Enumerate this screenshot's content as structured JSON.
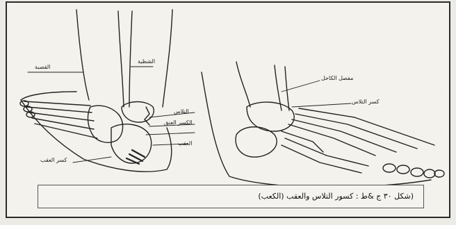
{
  "background_text": [
    "... ... ... ... ... ...",
    "... ... ... ... ... ...",
    "... ... ... ... ... ...",
    "... ... ... ... ... ..."
  ],
  "figure": {
    "caption": "(شكل ٣٠ ج &ط : كسور التلاس والعقب (الكعب)",
    "left_labels": {
      "tibia": "القصبة",
      "fibula": "الشظية",
      "talus": "التلاس",
      "talus_neck": "الكسر العنق",
      "calcaneus": "العقب",
      "fracture_lower": "كسر العقب"
    },
    "right_labels": {
      "joint": "مفصل الكاحل",
      "talus_fracture": "كسر التلاس"
    }
  }
}
